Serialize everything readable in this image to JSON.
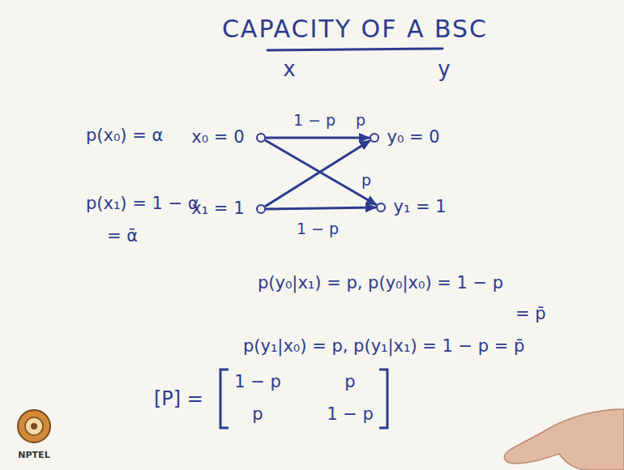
{
  "diagram": {
    "title": "CAPACITY OF A BSC",
    "nodes": [
      {
        "text": [
          "x₀ = 0"
        ]
      },
      {
        "text": [
          "x₁ = 1"
        ]
      },
      {
        "text": [
          "y₀ = 0"
        ]
      },
      {
        "text": [
          "y₁ = 1"
        ]
      }
    ],
    "edges": [
      {
        "from": 0,
        "to": 2,
        "label": "1 − p",
        "arrow": "to"
      },
      {
        "from": 0,
        "to": 3,
        "label": "p",
        "arrow": "to"
      },
      {
        "from": 1,
        "to": 2,
        "label": "p",
        "arrow": "to"
      },
      {
        "from": 1,
        "to": 3,
        "label": "1 − p",
        "arrow": "to"
      }
    ],
    "labels": [
      "x",
      "y",
      "p(x₀) = α",
      "p(x₁) = 1 − α",
      "= ᾱ",
      "p(y₀|x₁) = p, p(y₀|x₀) = 1 − p",
      "= p̄",
      "p(y₁|x₀) = p, p(y₁|x₁) = 1 − p = p̄",
      "[P] =",
      "1 − p",
      "p",
      "p",
      "1 − p",
      "NPTEL"
    ]
  }
}
